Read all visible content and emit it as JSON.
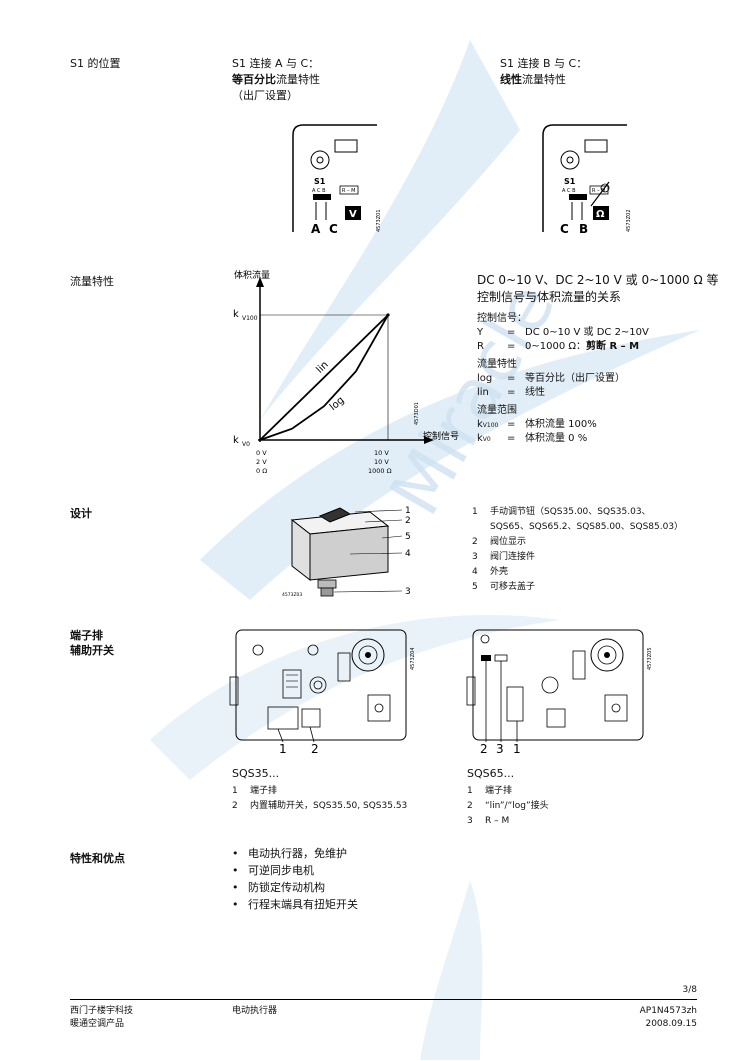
{
  "section_s1": {
    "label": "S1 的位置",
    "left": {
      "line1": "S1 连接 A 与 C：",
      "line2_bold": "等百分比",
      "line2_rest": "流量特性",
      "line3": "（出厂设置）",
      "fig_id": "4573Z01",
      "letters": [
        "A",
        "C"
      ],
      "small_labels": [
        "S1",
        "A C B",
        "R – M"
      ],
      "box_symbol": "V"
    },
    "right": {
      "line1": "S1 连接 B 与 C：",
      "line2_bold": "线性",
      "line2_rest": "流量特性",
      "fig_id": "4573Z02",
      "letters": [
        "C",
        "B"
      ],
      "small_labels": [
        "S1",
        "A C B",
        "R – M"
      ],
      "box_symbol": "Ω"
    }
  },
  "section_flow": {
    "label": "流量特性",
    "heading_line1": "DC 0~10 V、DC 2~10 V 或 0~1000 Ω 等",
    "heading_line2": "控制信号与体积流量的关系",
    "signal_title": "控制信号：",
    "signal_rows": [
      {
        "key": "Y",
        "eq": "=",
        "val": "DC 0~10 V 或 DC 2~10V",
        "bold": ""
      },
      {
        "key": "R",
        "eq": "=",
        "val": "0~1000 Ω：",
        "bold": "剪断 R – M"
      }
    ],
    "char_title": "流量特性",
    "char_rows": [
      {
        "key": "log",
        "eq": "=",
        "val": "等百分比（出厂设置）"
      },
      {
        "key": "lin",
        "eq": "=",
        "val": "线性"
      }
    ],
    "range_title": "流量范围",
    "range_rows": [
      {
        "key": "k",
        "sub": "V100",
        "eq": "=",
        "val": "体积流量 100%"
      },
      {
        "key": "k",
        "sub": "V0",
        "eq": "=",
        "val": "体积流量 0 %"
      }
    ]
  },
  "chart_data": {
    "type": "line",
    "title": "",
    "ylabel": "体积流量",
    "xlabel": "控制信号",
    "y_ticks": [
      {
        "main": "k",
        "sub": "V100"
      },
      {
        "main": "k",
        "sub": "V0"
      }
    ],
    "x_tick_left": [
      "0 V",
      "2 V",
      "0 Ω"
    ],
    "x_tick_right": [
      "10 V",
      "10 V",
      "1000 Ω"
    ],
    "fig_id": "4573D01",
    "series": [
      {
        "name": "lin",
        "x": [
          0,
          1
        ],
        "y": [
          0,
          1
        ]
      },
      {
        "name": "log",
        "x": [
          0,
          0.25,
          0.5,
          0.75,
          1
        ],
        "y": [
          0,
          0.09,
          0.27,
          0.55,
          1
        ]
      }
    ],
    "xlim": [
      0,
      1
    ],
    "ylim": [
      0,
      1
    ]
  },
  "section_design": {
    "label": "设计",
    "fig_id": "4573Z03",
    "callouts": [
      "1",
      "2",
      "5",
      "4",
      "3"
    ],
    "items": [
      {
        "num": "1",
        "text": "手动调节钮（SQS35.00、SQS35.03、"
      },
      {
        "num": "",
        "text": "SQS65、SQS65.2、SQS85.00、SQS85.03）"
      },
      {
        "num": "2",
        "text": "阀位显示"
      },
      {
        "num": "3",
        "text": "阀门连接件"
      },
      {
        "num": "4",
        "text": "外壳"
      },
      {
        "num": "5",
        "text": "可移去盖子"
      }
    ]
  },
  "section_terminal": {
    "label_line1": "端子排",
    "label_line2": "辅助开关",
    "left": {
      "fig_id": "4573Z04",
      "callouts": [
        "1",
        "2"
      ],
      "model": "SQS35...",
      "items": [
        {
          "num": "1",
          "text": "端子排"
        },
        {
          "num": "2",
          "text": "内置辅助开关，SQS35.50, SQS35.53"
        }
      ]
    },
    "right": {
      "fig_id": "4573Z05",
      "callouts": [
        "2",
        "3",
        "1"
      ],
      "model": "SQS65...",
      "items": [
        {
          "num": "1",
          "text": "端子排"
        },
        {
          "num": "2",
          "text": "“lin”/“log”接头"
        },
        {
          "num": "3",
          "text": "R – M"
        }
      ]
    }
  },
  "section_features": {
    "label": "特性和优点",
    "items": [
      "电动执行器，免维护",
      "可逆同步电机",
      "防锁定传动机构",
      "行程末端具有扭矩开关"
    ]
  },
  "footer": {
    "page": "3/8",
    "company_line1": "西门子楼宇科技",
    "company_line2": "暖通空调产品",
    "product": "电动执行器",
    "doc_id": "AP1N4573zh",
    "date": "2008.09.15"
  },
  "colors": {
    "watermark": "#c9dff0",
    "text": "#111111",
    "line": "#000000"
  }
}
